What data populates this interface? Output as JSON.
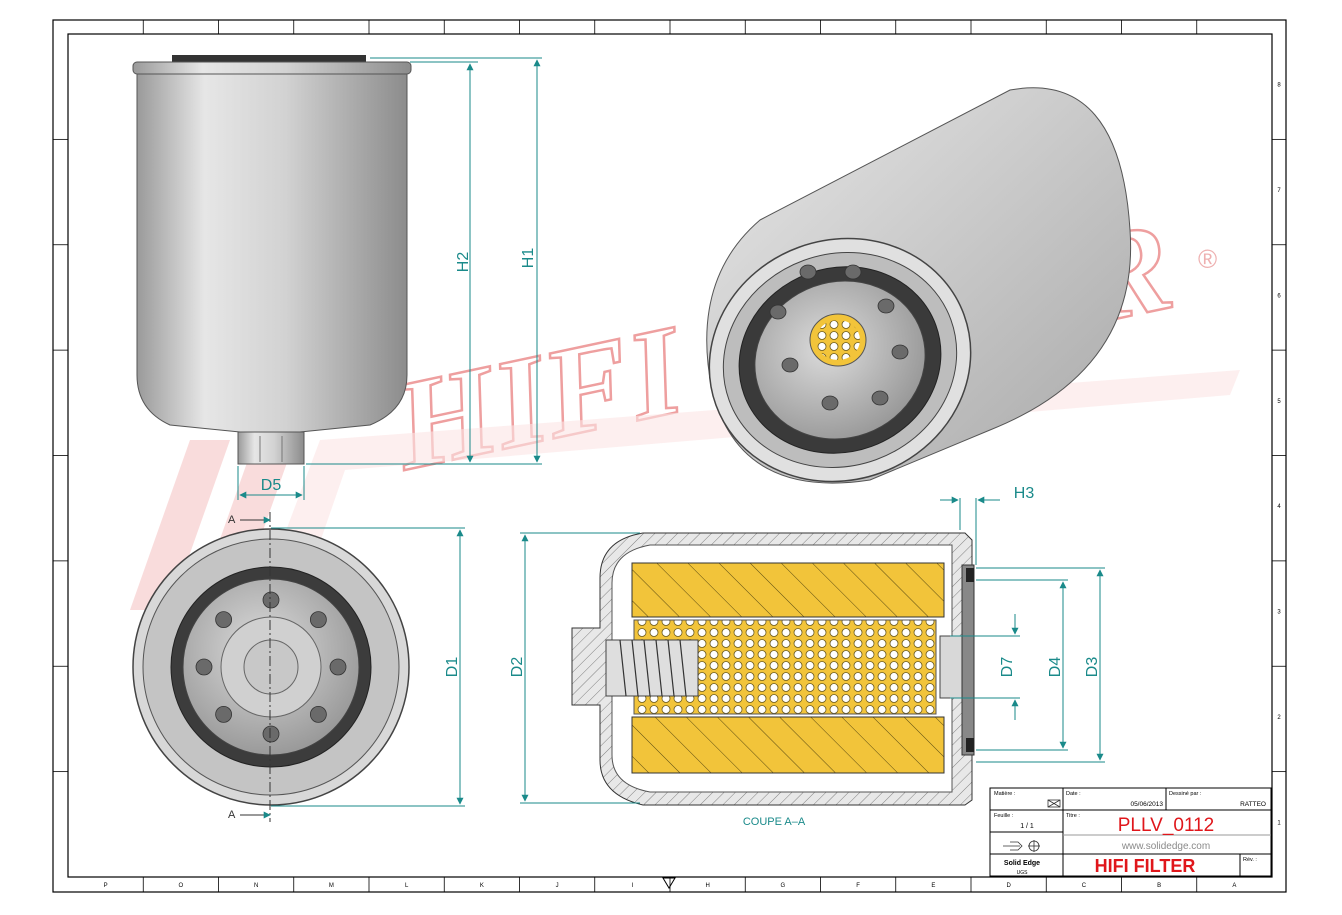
{
  "drawing": {
    "border_letters": [
      "P",
      "O",
      "N",
      "M",
      "L",
      "K",
      "J",
      "I",
      "H",
      "G",
      "F",
      "E",
      "D",
      "C",
      "B",
      "A"
    ],
    "border_numbers": [
      "8",
      "7",
      "6",
      "5",
      "4",
      "3",
      "2",
      "1"
    ],
    "watermark": "HIFI FILTER",
    "watermark_mark": "®",
    "section_caption": "COUPE A–A",
    "section_mark": "A",
    "colors": {
      "dim": "#1a8a8a",
      "filter_media": "#f2c43a",
      "metal": "#c8c8c8",
      "watermark": "#f2b8b8",
      "title_red": "#e0161b"
    }
  },
  "dims": {
    "h1": "H1",
    "h2": "H2",
    "h3": "H3",
    "d1": "D1",
    "d2": "D2",
    "d3": "D3",
    "d4": "D4",
    "d5": "D5",
    "d7": "D7"
  },
  "title_block": {
    "material_label": "Matière :",
    "date_label": "Date :",
    "date_value": "05/06/2013",
    "drawn_label": "Dessiné par :",
    "drawn_value": "RATTEO",
    "sheet_label": "Feuille :",
    "sheet_value": "1 / 1",
    "title_label": "Titre :",
    "part_number": "PLLV_0112",
    "website": "www.solidedge.com",
    "software": "Solid Edge",
    "units": "UGS",
    "company": "HIFI FILTER",
    "rev_label": "Rév. :"
  }
}
